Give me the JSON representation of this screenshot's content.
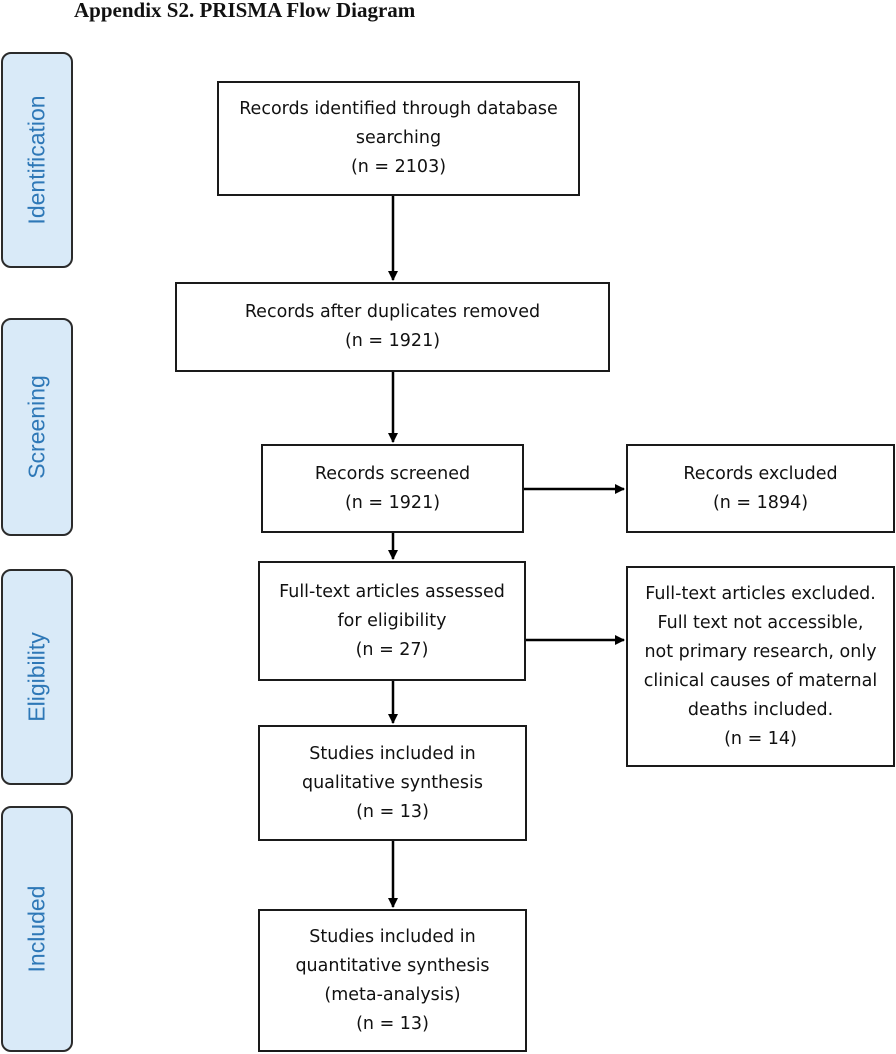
{
  "title": "Appendix S2. PRISMA Flow Diagram",
  "stages": [
    "Identification",
    "Screening",
    "Eligibility",
    "Included"
  ],
  "boxes": {
    "identified": [
      "Records identified through database",
      "searching",
      "(n = 2103)"
    ],
    "duplicates_removed": [
      "Records after duplicates removed",
      "(n = 1921)"
    ],
    "screened": [
      "Records screened",
      "(n = 1921)"
    ],
    "excluded": [
      "Records excluded",
      "(n = 1894)"
    ],
    "fulltext_assessed": [
      "Full-text articles assessed",
      "for eligibility",
      "(n = 27)"
    ],
    "fulltext_excluded": [
      "Full-text articles excluded.",
      "Full text not accessible,",
      "not primary research, only",
      "clinical causes of maternal",
      "deaths included.",
      "(n = 14)"
    ],
    "qualitative": [
      "Studies included in",
      "qualitative synthesis",
      "(n = 13)"
    ],
    "quantitative": [
      "Studies included in",
      "quantitative synthesis",
      "(meta-analysis)",
      "(n = 13)"
    ]
  },
  "colors": {
    "stage_fill": "#d9eaf8",
    "stage_text": "#2e78b7",
    "border": "#1a1a1a"
  }
}
